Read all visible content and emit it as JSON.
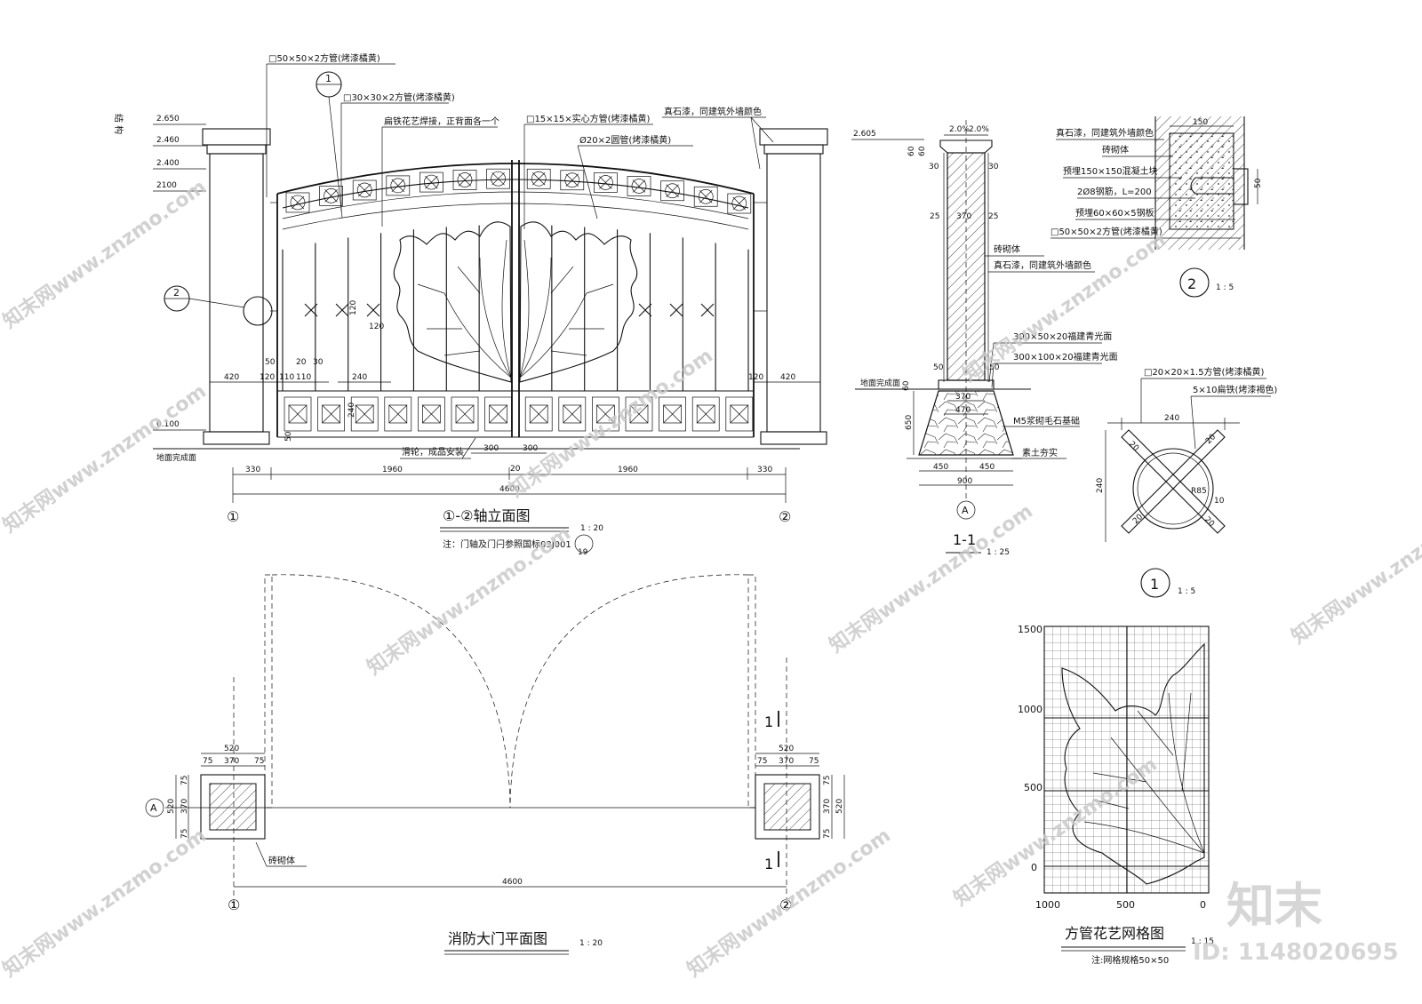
{
  "elevation": {
    "title": "①-②轴立面图",
    "scale": "1 : 20",
    "note": "注：门轴及门闩参照国标03J001",
    "note_ref": "19",
    "structure_label": "结 构",
    "elev_labels": [
      "2.650",
      "2.460",
      "2.400",
      "2100",
      "0.100"
    ],
    "ground_label": "地面完成面",
    "callouts": [
      "□50×50×2方管(烤漆橘黄)",
      "□30×30×2方管(烤漆橘黄)",
      "扁铁花艺焊接，正背面各一个",
      "□15×15×实心方管(烤漆橘黄)",
      "Ø20×2圆管(烤漆橘黄)",
      "真石漆，同建筑外墙颜色",
      "滑轮，成品安装"
    ],
    "detail_refs": [
      "1",
      "2"
    ],
    "dims_small": [
      "420",
      "120",
      "50",
      "20",
      "30",
      "110",
      "110",
      "240",
      "240",
      "120",
      "420",
      "120",
      "120",
      "50",
      "300",
      "300",
      "20"
    ],
    "dims_bottom": [
      "330",
      "1960",
      "1960",
      "330"
    ],
    "dim_total": "4600",
    "axis_left": "①",
    "axis_right": "②"
  },
  "section": {
    "title": "1-1",
    "scale": "1 : 25",
    "elev": "2.605",
    "top_dims": [
      "2.0%",
      "2.0%"
    ],
    "dims": [
      "60",
      "60",
      "30",
      "30",
      "25",
      "370",
      "25",
      "50",
      "50",
      "370",
      "470",
      "650",
      "60",
      "450",
      "450",
      "900"
    ],
    "ground_label": "地面完成面",
    "labels": [
      "砖砌体",
      "真石漆，同建筑外墙颜色",
      "300×50×20福建青光面",
      "300×100×20福建青光面",
      "M5浆砌毛石基础",
      "素土夯实"
    ],
    "axis": "A"
  },
  "detail2": {
    "number": "2",
    "scale": "1 : 5",
    "labels": [
      "真石漆，同建筑外墙颜色",
      "砖砌体",
      "预埋150×150混凝土块",
      "2Ø8钢筋，L=200",
      "预埋60×60×5钢板",
      "□50×50×2方管(烤漆橘黄)"
    ],
    "dims": [
      "150",
      "50"
    ]
  },
  "detail1": {
    "number": "1",
    "scale": "1 : 5",
    "labels": [
      "□20×20×1.5方管(烤漆橘黄)",
      "5×10扁铁(烤漆褐色)"
    ],
    "dims": [
      "240",
      "240",
      "20",
      "20",
      "20",
      "20",
      "R85",
      "10"
    ]
  },
  "plan": {
    "title": "消防大门平面图",
    "scale": "1 : 20",
    "dims_left": [
      "520",
      "75",
      "370",
      "75"
    ],
    "dims_left_v": [
      "520",
      "75",
      "370",
      "75"
    ],
    "dims_right": [
      "520",
      "75",
      "370",
      "75"
    ],
    "dims_right_v": [
      "520",
      "75",
      "370",
      "75"
    ],
    "total": "4600",
    "material": "砖砌体",
    "section_mark": "1",
    "axis_a": "A",
    "axis_left": "①",
    "axis_right": "②"
  },
  "grid_detail": {
    "title": "方管花艺网格图",
    "scale": "1 : 15",
    "note": "注:网格规格50×50",
    "y_ticks": [
      "1500",
      "1000",
      "500",
      "0"
    ],
    "x_ticks": [
      "1000",
      "500",
      "0"
    ]
  },
  "watermark": {
    "logo_text": "知末",
    "id_text": "ID: 1148020695",
    "site": "知末网www.znzmo.com"
  }
}
